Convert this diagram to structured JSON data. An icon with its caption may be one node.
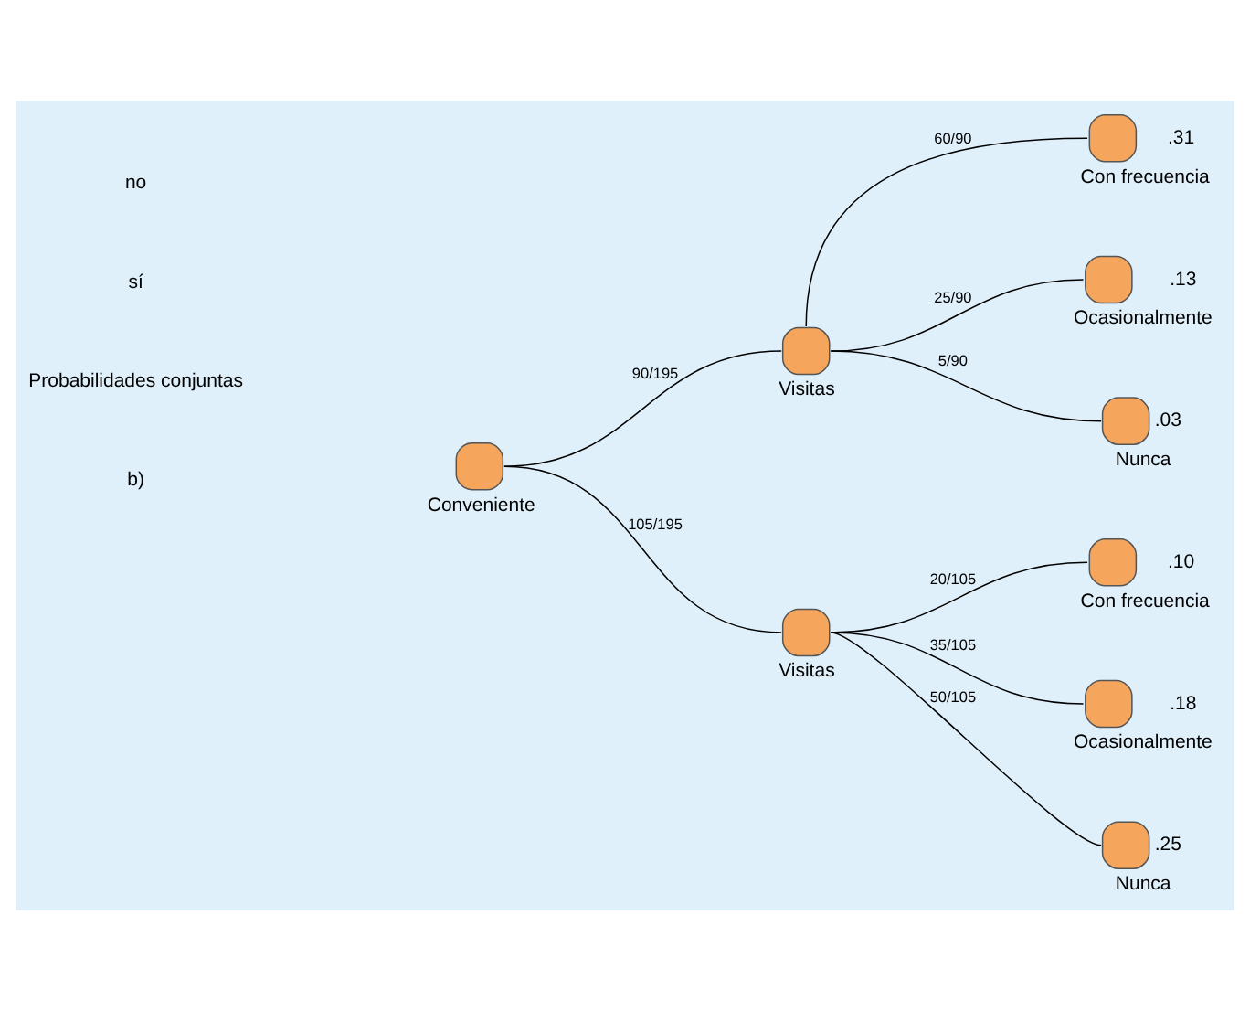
{
  "diagram": {
    "nodes": [
      {
        "text": [
          "Conveniente"
        ]
      },
      {
        "text": [
          "Visitas"
        ]
      },
      {
        "text": [
          "Con frecuencia"
        ],
        "beside": [
          ".31"
        ]
      },
      {
        "text": [
          "Ocasionalmente"
        ],
        "beside": [
          ".13"
        ]
      },
      {
        "text": [
          "Nunca"
        ],
        "beside": [
          ".03"
        ]
      },
      {
        "text": [
          "Visitas"
        ]
      },
      {
        "text": [
          "Con frecuencia"
        ],
        "beside": [
          ".10"
        ]
      },
      {
        "text": [
          "Ocasionalmente"
        ],
        "beside": [
          ".18"
        ]
      },
      {
        "text": [
          "Nunca"
        ],
        "beside": [
          ".25"
        ]
      }
    ],
    "edges": [
      {
        "from": 0,
        "to": 1,
        "arrow": "none",
        "label": "90/195"
      },
      {
        "from": 1,
        "to": 2,
        "arrow": "none",
        "label": "60/90"
      },
      {
        "from": 1,
        "to": 3,
        "arrow": "none",
        "label": "25/90"
      },
      {
        "from": 1,
        "to": 4,
        "arrow": "none",
        "label": "5/90"
      },
      {
        "from": 0,
        "to": 5,
        "arrow": "none",
        "label": "105/195"
      },
      {
        "from": 5,
        "to": 6,
        "arrow": "none",
        "label": "20/105"
      },
      {
        "from": 5,
        "to": 7,
        "arrow": "none",
        "label": "35/105"
      },
      {
        "from": 5,
        "to": 8,
        "arrow": "none",
        "label": "50/105"
      }
    ],
    "labels": [
      "b)",
      "Probabilidades conjuntas",
      "sí",
      "no"
    ]
  }
}
